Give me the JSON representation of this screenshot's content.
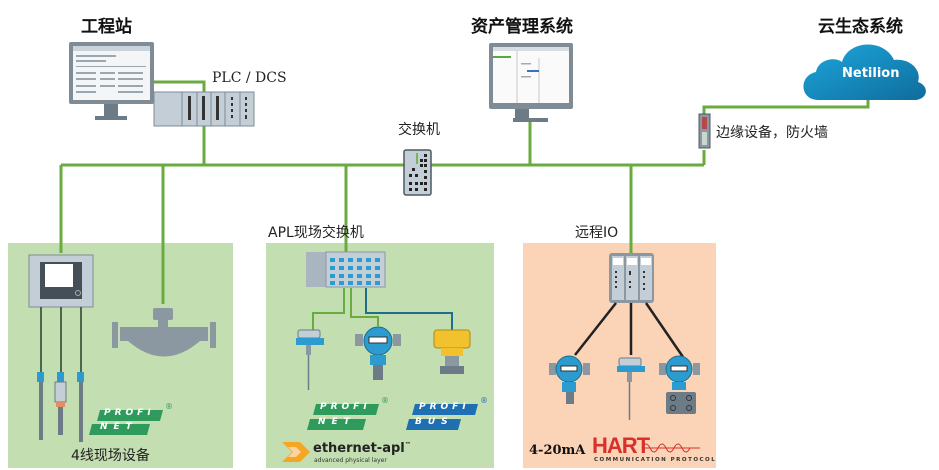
{
  "titles": {
    "engineering_station": "工程站",
    "asset_management": "资产管理系统",
    "cloud_ecosystem": "云生态系统"
  },
  "labels": {
    "plc_dcs": "PLC / DCS",
    "switch": "交换机",
    "edge_firewall": "边缘设备，防火墙",
    "cloud_name": "Netilion",
    "apl_switch": "APL现场交换机",
    "remote_io": "远程IO",
    "four_wire": "4线现场设备",
    "current_loop": "4-20mA"
  },
  "logos": {
    "profinet_top": "PROFI",
    "profinet_bottom": "NET",
    "profibus_top": "PROFI",
    "profibus_bottom": "BUS",
    "registered": "®",
    "ethernet_apl": "ethernet-apl",
    "ethernet_apl_tm": "™",
    "ethernet_apl_sub": "advanced physical layer",
    "hart": "HART",
    "hart_sub": "COMMUNICATION PROTOCOL"
  },
  "colors": {
    "network_line": "#6aab3f",
    "zone_green": "#c3deb1",
    "zone_peach": "#fbd3b6",
    "profinet_green": "#2e9a5c",
    "profibus_blue": "#1f6fb3",
    "hart_red": "#d9302b",
    "cloud_blue": "#1b8fc4",
    "device_blue": "#2b9bd0",
    "device_yellow": "#f2c12e"
  }
}
